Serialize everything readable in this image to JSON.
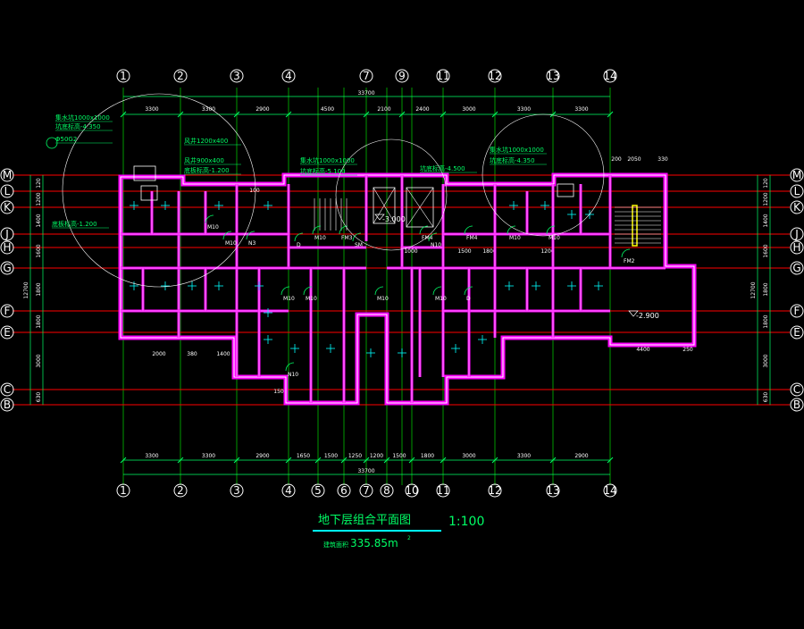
{
  "drawing": {
    "title": "地下层组合平面图",
    "scale": "1:100",
    "area_label": "建筑面积",
    "area_value": "335.85m",
    "area_unit_sup": "2"
  },
  "axes": {
    "top": [
      "1",
      "2",
      "3",
      "4",
      "7",
      "9",
      "11",
      "12",
      "13",
      "14"
    ],
    "bottom": [
      "1",
      "2",
      "3",
      "4",
      "5",
      "6",
      "7",
      "8",
      "10",
      "11",
      "12",
      "13",
      "14"
    ],
    "rows": [
      "M",
      "L",
      "K",
      "J",
      "H",
      "G",
      "F",
      "E",
      "C",
      "B"
    ]
  },
  "dimensions": {
    "top_total": "33700",
    "top_spans": [
      "3300",
      "3300",
      "2900",
      "4500",
      "2100",
      "2400",
      "3000",
      "3300",
      "3300"
    ],
    "bottom_total": "33700",
    "bottom_spans": [
      "3300",
      "3300",
      "2900",
      "1650",
      "1500",
      "1250",
      "1200",
      "1500",
      "1800",
      "3000",
      "3300",
      "2900"
    ],
    "left_segments": [
      "120",
      "1200",
      "1400",
      "1600",
      "1800",
      "1800",
      "3000",
      "630"
    ],
    "left_total": "12700",
    "right_segments": [
      "120",
      "1200",
      "1400",
      "1600",
      "1800",
      "1800",
      "3000",
      "630"
    ],
    "right_total": "12700",
    "misc": [
      "2000",
      "380",
      "1400",
      "4400",
      "250",
      "150",
      "100",
      "1000",
      "1800",
      "1500",
      "1200",
      "2050",
      "330",
      "200"
    ]
  },
  "notes": [
    {
      "text": "集水坑1000x1000",
      "id": "n1"
    },
    {
      "text": "坑底标高-4.350",
      "id": "n2"
    },
    {
      "text": "Φ50G2",
      "id": "n3"
    },
    {
      "text": "风井1200x400",
      "id": "n4"
    },
    {
      "text": "风井900x400",
      "id": "n5"
    },
    {
      "text": "底板标高-1.200",
      "id": "n6"
    },
    {
      "text": "集水坑1000x1000",
      "id": "n7"
    },
    {
      "text": "坑底标高-5.100",
      "id": "n8"
    },
    {
      "text": "坑底标高-4.500",
      "id": "n9"
    },
    {
      "text": "集水坑1000x1000",
      "id": "n10"
    },
    {
      "text": "坑底标高-4.350",
      "id": "n11"
    },
    {
      "text": "底板标高-1.200",
      "id": "n12"
    }
  ],
  "elevations": [
    "-3.000",
    "-2.900"
  ],
  "door_tags": [
    "M10",
    "M10",
    "N3",
    "M10",
    "FM3",
    "FM4",
    "FM4",
    "M10",
    "M10",
    "FM2",
    "M10",
    "M10",
    "M10",
    "M10",
    "D",
    "D",
    "SM",
    "N10",
    "N10"
  ],
  "colors": {
    "background": "#000000",
    "axis": "#00ff00",
    "grid": "#ff0000",
    "wall": "#ff00ff",
    "wall_inner": "#ffffff",
    "dims": "#00ff66",
    "text": "#ffffff",
    "title": "#00ff66",
    "accent": "#ffff00",
    "equipment": "#00ffff"
  }
}
